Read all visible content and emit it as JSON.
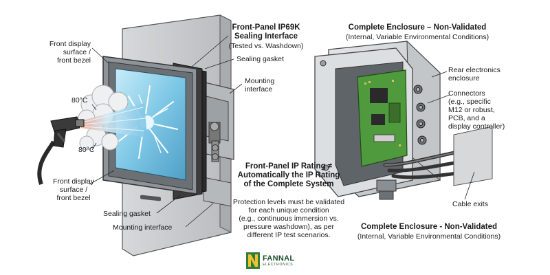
{
  "left": {
    "title_line1": "Front-Panel IP69K",
    "title_line2": "Sealing Interface",
    "subtitle": "(Tested vs. Washdown)",
    "label_front_top": [
      "Front display",
      "surface  /",
      "front bezel"
    ],
    "label_temp_top": "80°C",
    "label_temp_bottom": "80°C",
    "label_gasket_top": "Sealing gasket",
    "label_mount_top": [
      "Mounting",
      "interface"
    ],
    "label_front_bottom": [
      "Front display",
      "surface /",
      "front bezel"
    ],
    "label_gasket_bottom": "Sealing gasket",
    "label_mount_bottom": "Mounting interface"
  },
  "center": {
    "warning_title": [
      "Front-Panel IP Rating ≠",
      "Automatically the IP Rating",
      "of the Complete System"
    ],
    "warning_body": [
      "Protection levels must be validated",
      "for each unique condition",
      "(e.g., continuous immersion vs.",
      "pressure washdown), as per",
      "different IP test scenarios."
    ]
  },
  "right": {
    "title_top": "Complete Enclosure – Non-Validated",
    "subtitle_top": "(Internal, Variable Environmental Conditions)",
    "label_rear": [
      "Rear electronics",
      "enclosure"
    ],
    "label_connectors": [
      "Connectors",
      "(e.g., specific",
      "M12 or robust,",
      "PCB, and a",
      "display controller)"
    ],
    "label_cable": "Cable exits",
    "title_bottom": "Complete Enclosure - Non-Validated",
    "subtitle_bottom": "(Internal, Variable Environmental Conditions)"
  },
  "logo": {
    "brand": "FANNAL",
    "sub": "ELECTRONICS"
  },
  "colors": {
    "wall": "#c9ccce",
    "bezel": "#8e9499",
    "screen": "#7ec7e6",
    "gasket": "#2b2b2b",
    "enclosure": "#d3d6d8",
    "pcb": "#4f9a3c",
    "logo_green": "#2e7d3a",
    "logo_yellow": "#f2c230"
  }
}
